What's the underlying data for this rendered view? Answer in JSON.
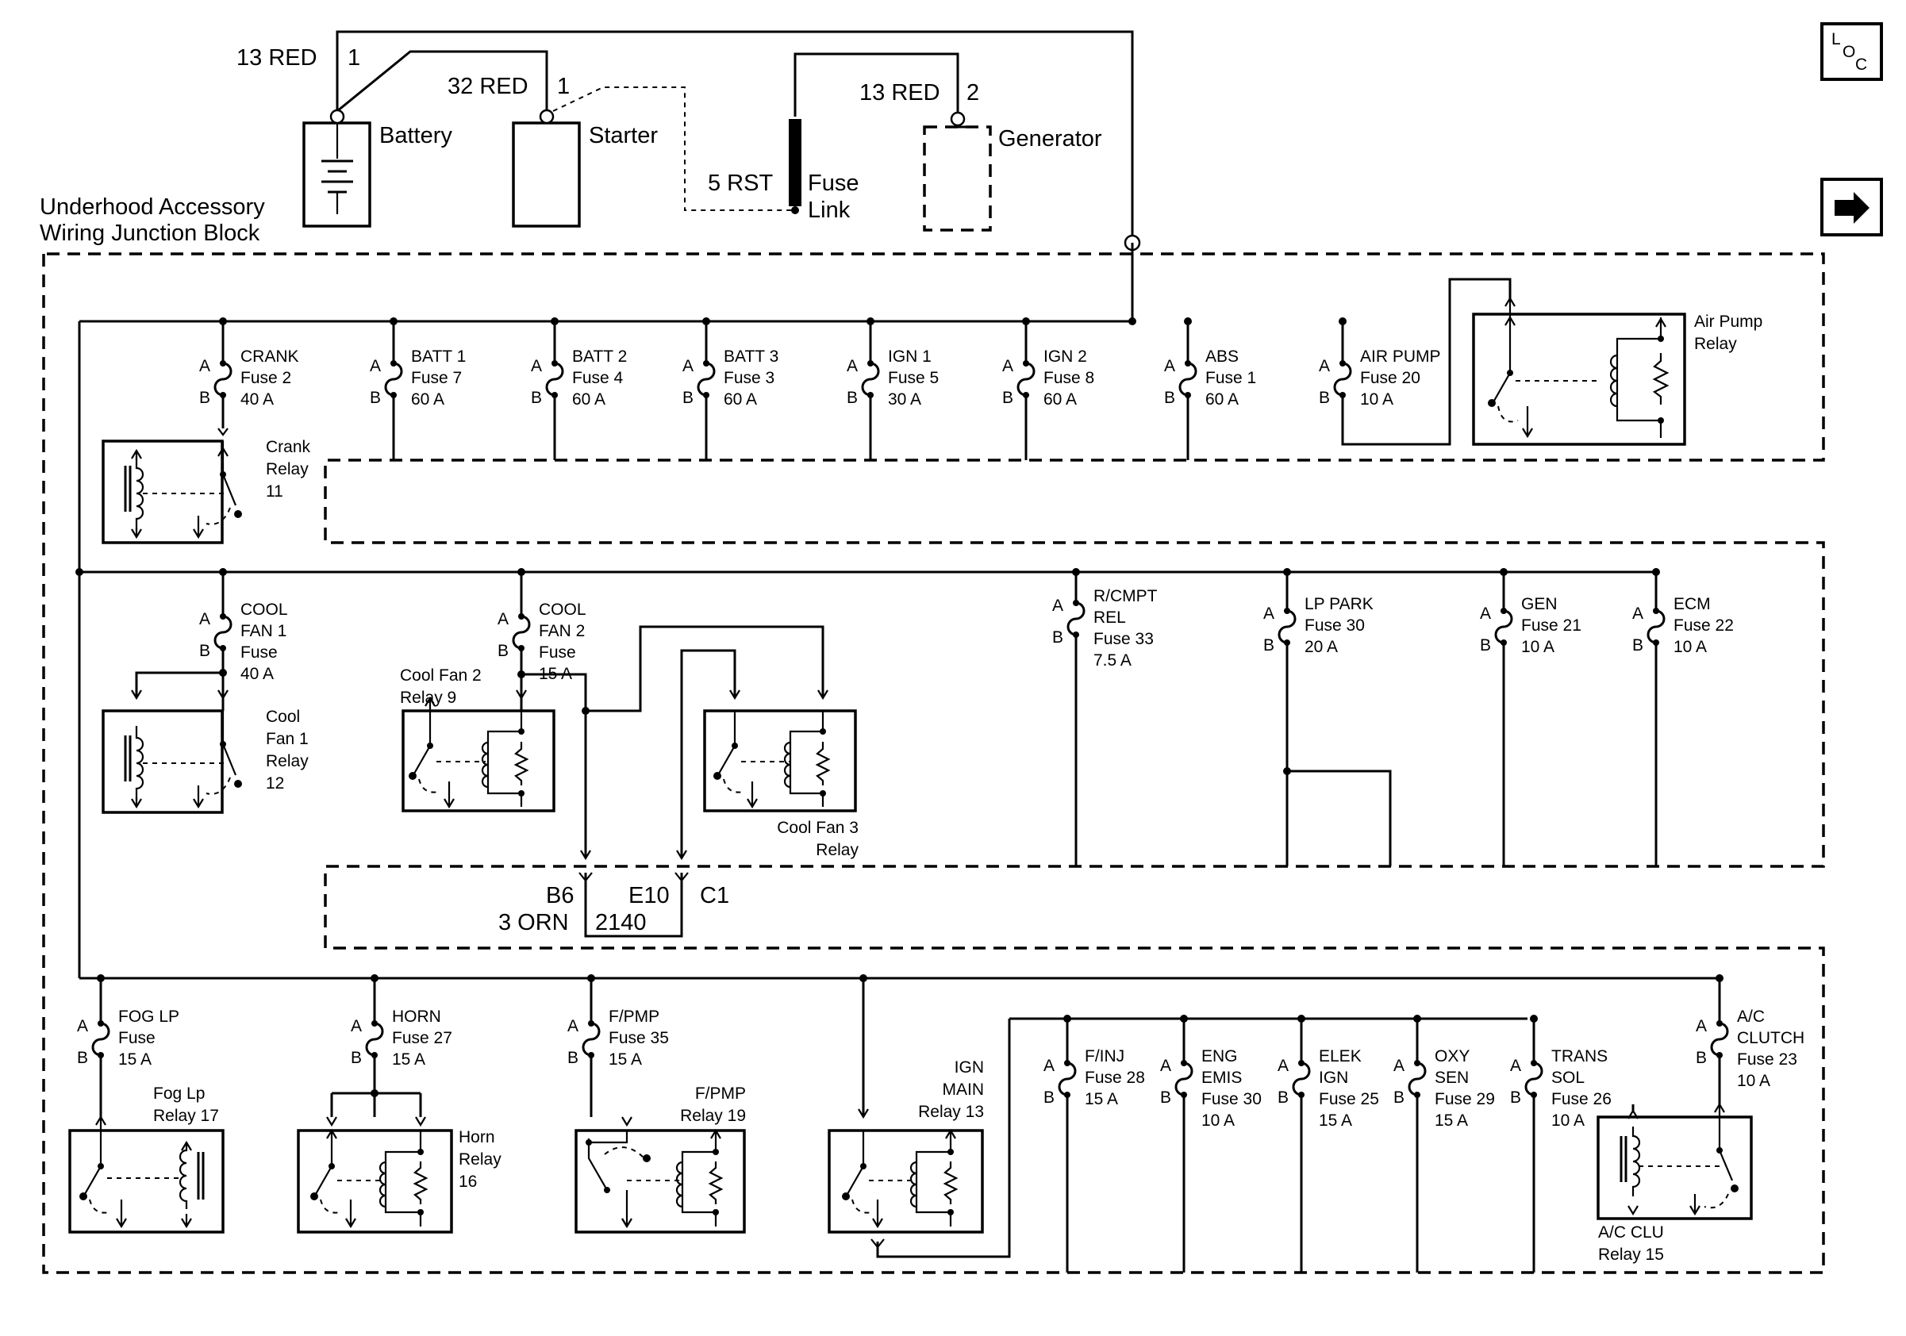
{
  "top": {
    "battery": {
      "label": "Battery",
      "wire": "13 RED",
      "pin": "1"
    },
    "starter": {
      "label": "Starter",
      "wire": "32 RED",
      "pin": "1"
    },
    "fuse_link": {
      "label1": "Fuse",
      "label2": "Link",
      "wire": "5 RST"
    },
    "generator": {
      "label": "Generator",
      "wire": "13 RED",
      "pin": "2"
    }
  },
  "block_title": {
    "line1": "Underhood Accessory",
    "line2": "Wiring Junction Block"
  },
  "side_icons": {
    "loc_l": "L",
    "loc_o": "O",
    "loc_c": "C",
    "arrow": "➡"
  },
  "pin_a": "A",
  "pin_b": "B",
  "row1_fuses": [
    {
      "name": [
        "CRANK"
      ],
      "fuse": "Fuse 2",
      "amps": "40 A"
    },
    {
      "name": [
        "BATT 1"
      ],
      "fuse": "Fuse 7",
      "amps": "60 A"
    },
    {
      "name": [
        "BATT 2"
      ],
      "fuse": "Fuse 4",
      "amps": "60 A"
    },
    {
      "name": [
        "BATT 3"
      ],
      "fuse": "Fuse 3",
      "amps": "60 A"
    },
    {
      "name": [
        "IGN 1"
      ],
      "fuse": "Fuse 5",
      "amps": "30 A"
    },
    {
      "name": [
        "IGN 2"
      ],
      "fuse": "Fuse 8",
      "amps": "60 A"
    },
    {
      "name": [
        "ABS"
      ],
      "fuse": "Fuse 1",
      "amps": "60 A"
    },
    {
      "name": [
        "AIR PUMP"
      ],
      "fuse": "Fuse 20",
      "amps": "10 A"
    }
  ],
  "row2_fuses": [
    {
      "name": [
        "COOL",
        "FAN 1"
      ],
      "fuse": "Fuse",
      "amps": "40 A"
    },
    {
      "name": [
        "COOL",
        "FAN 2"
      ],
      "fuse": "Fuse",
      "amps": "15 A"
    },
    {
      "name": [
        "R/CMPT",
        "REL"
      ],
      "fuse": "Fuse 33",
      "amps": "7.5 A"
    },
    {
      "name": [
        "LP PARK"
      ],
      "fuse": "Fuse 30",
      "amps": "20 A"
    },
    {
      "name": [
        "GEN"
      ],
      "fuse": "Fuse 21",
      "amps": "10 A"
    },
    {
      "name": [
        "ECM"
      ],
      "fuse": "Fuse 22",
      "amps": "10 A"
    }
  ],
  "row3_fuses": [
    {
      "name": [
        "FOG LP"
      ],
      "fuse": "Fuse",
      "amps": "15 A"
    },
    {
      "name": [
        "HORN"
      ],
      "fuse": "Fuse 27",
      "amps": "15 A"
    },
    {
      "name": [
        "F/PMP"
      ],
      "fuse": "Fuse 35",
      "amps": "15 A"
    },
    {
      "name": [
        "F/INJ"
      ],
      "fuse": "Fuse 28",
      "amps": "15 A"
    },
    {
      "name": [
        "ENG",
        "EMIS"
      ],
      "fuse": "Fuse 30",
      "amps": "10 A"
    },
    {
      "name": [
        "ELEK",
        "IGN"
      ],
      "fuse": "Fuse 25",
      "amps": "15 A"
    },
    {
      "name": [
        "OXY",
        "SEN"
      ],
      "fuse": "Fuse 29",
      "amps": "15 A"
    },
    {
      "name": [
        "TRANS",
        "SOL"
      ],
      "fuse": "Fuse 26",
      "amps": "10 A"
    },
    {
      "name": [
        "A/C",
        "CLUTCH"
      ],
      "fuse": "Fuse 23",
      "amps": "10 A"
    }
  ],
  "relays": {
    "crank": [
      "Crank",
      "Relay",
      "11"
    ],
    "air_pump": [
      "Air Pump",
      "Relay"
    ],
    "cool_fan1": [
      "Cool",
      "Fan 1",
      "Relay",
      "12"
    ],
    "cool_fan2": [
      "Cool Fan 2",
      "Relay 9"
    ],
    "cool_fan3": [
      "Cool Fan 3",
      "Relay"
    ],
    "fog_lp": [
      "Fog Lp",
      "Relay 17"
    ],
    "horn": [
      "Horn",
      "Relay",
      "16"
    ],
    "fpmp": [
      "F/PMP",
      "Relay 19"
    ],
    "ign_main": [
      "IGN",
      "MAIN",
      "Relay 13"
    ],
    "ac_clu": [
      "A/C CLU",
      "Relay 15"
    ]
  },
  "connector": {
    "pin_b6": "B6",
    "pin_e10": "E10",
    "conn": "C1",
    "wire": "3 ORN",
    "circuit": "2140"
  }
}
